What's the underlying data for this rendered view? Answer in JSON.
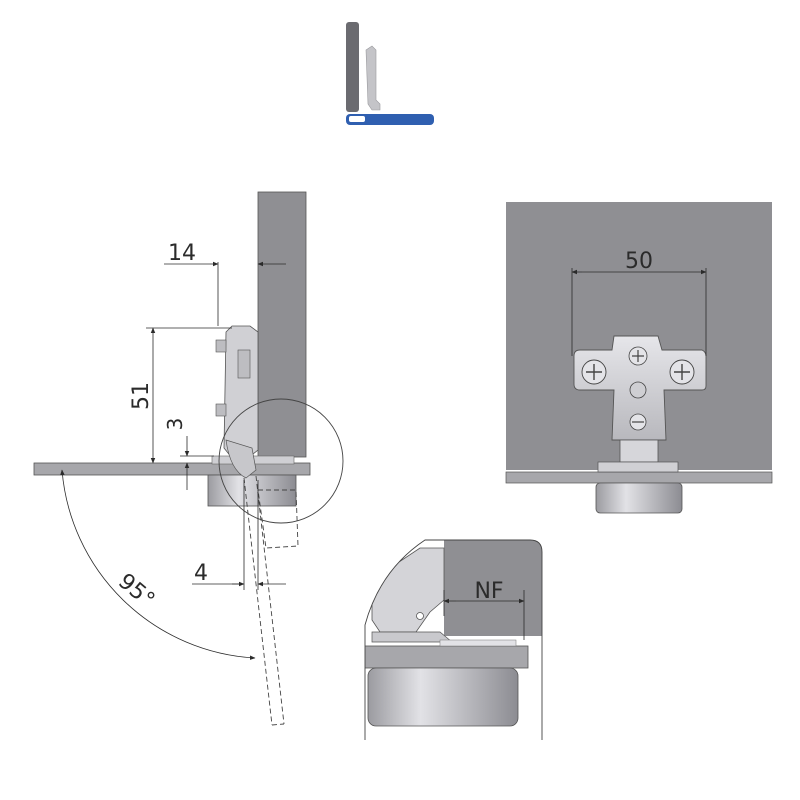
{
  "colors": {
    "panel_dark": "#8f8f93",
    "panel_light": "#a7a7ab",
    "icon_door": "#6b6b70",
    "icon_plate": "#2f5fb0",
    "metal": "#d0d0d4",
    "line": "#2b2b2b"
  },
  "icon": {
    "name": "hinge-overlay-type-icon"
  },
  "side_view": {
    "label_door_offset": "14",
    "label_cup_height": "51",
    "label_gap": "3",
    "label_overlay": "4",
    "label_angle": "95°"
  },
  "front_view": {
    "label_screw_spacing": "50"
  },
  "detail_view": {
    "label_nf": "NF"
  }
}
